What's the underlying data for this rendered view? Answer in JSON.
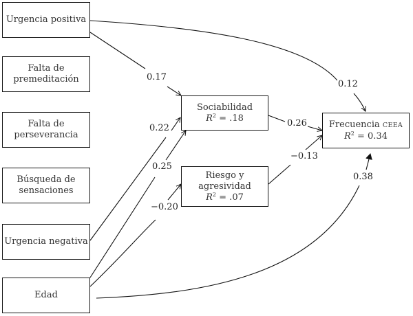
{
  "diagram": {
    "type": "path-model",
    "predictors": [
      {
        "id": "urgencia_positiva",
        "lines": [
          "Urgencia positiva"
        ]
      },
      {
        "id": "falta_premeditacion",
        "lines": [
          "Falta de",
          "premeditación"
        ]
      },
      {
        "id": "falta_perseverancia",
        "lines": [
          "Falta de",
          "perseverancia"
        ]
      },
      {
        "id": "busqueda_sensaciones",
        "lines": [
          "Búsqueda de",
          "sensaciones"
        ]
      },
      {
        "id": "urgencia_negativa",
        "lines": [
          "Urgencia negativa"
        ]
      },
      {
        "id": "edad",
        "lines": [
          "Edad"
        ]
      }
    ],
    "mediators": [
      {
        "id": "sociabilidad",
        "lines": [
          "Sociabilidad"
        ],
        "r2_label": "R",
        "r2_value": "= .18"
      },
      {
        "id": "riesgo",
        "lines": [
          "Riesgo y",
          "agresividad"
        ],
        "r2_label": "R",
        "r2_value": "= .07"
      }
    ],
    "outcome": {
      "id": "frecuencia",
      "label": "Frecuencia",
      "label_smallcaps": "ceea",
      "r2_label": "R",
      "r2_value": "= 0.34"
    },
    "r2_exponent": "2",
    "paths": [
      {
        "from": "urgencia_positiva",
        "to": "sociabilidad",
        "coef": "0.17"
      },
      {
        "from": "urgencia_positiva",
        "to": "frecuencia",
        "coef": "0.12"
      },
      {
        "from": "urgencia_negativa",
        "to": "sociabilidad",
        "coef": "0.22"
      },
      {
        "from": "edad",
        "to": "sociabilidad",
        "coef": "0.25"
      },
      {
        "from": "edad",
        "to": "riesgo",
        "coef": "−0.20"
      },
      {
        "from": "sociabilidad",
        "to": "frecuencia",
        "coef": "0.26"
      },
      {
        "from": "riesgo",
        "to": "frecuencia",
        "coef": "−0.13"
      },
      {
        "from": "edad",
        "to": "frecuencia",
        "coef": "0.38"
      }
    ]
  }
}
